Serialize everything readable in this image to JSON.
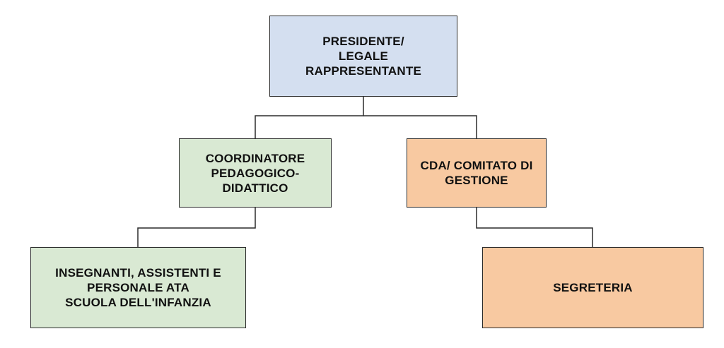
{
  "org_chart": {
    "nodes": {
      "president": {
        "label": "PRESIDENTE/\nLEGALE\nRAPPRESENTANTE",
        "color": "#d4dff0"
      },
      "coordinator": {
        "label": "COORDINATORE\nPEDAGOGICO-\nDIDATTICO",
        "color": "#d9e9d3"
      },
      "cda": {
        "label": "CDA/ COMITATO DI\nGESTIONE",
        "color": "#f8c9a1"
      },
      "staff": {
        "label": "INSEGNANTI, ASSISTENTI E\nPERSONALE ATA\nSCUOLA DELL'INFANZIA",
        "color": "#d9e9d3"
      },
      "secretariat": {
        "label": "SEGRETERIA",
        "color": "#f8c9a1"
      }
    },
    "edges": [
      {
        "from": "president",
        "to": "coordinator"
      },
      {
        "from": "president",
        "to": "cda"
      },
      {
        "from": "coordinator",
        "to": "staff"
      },
      {
        "from": "cda",
        "to": "secretariat"
      }
    ]
  }
}
